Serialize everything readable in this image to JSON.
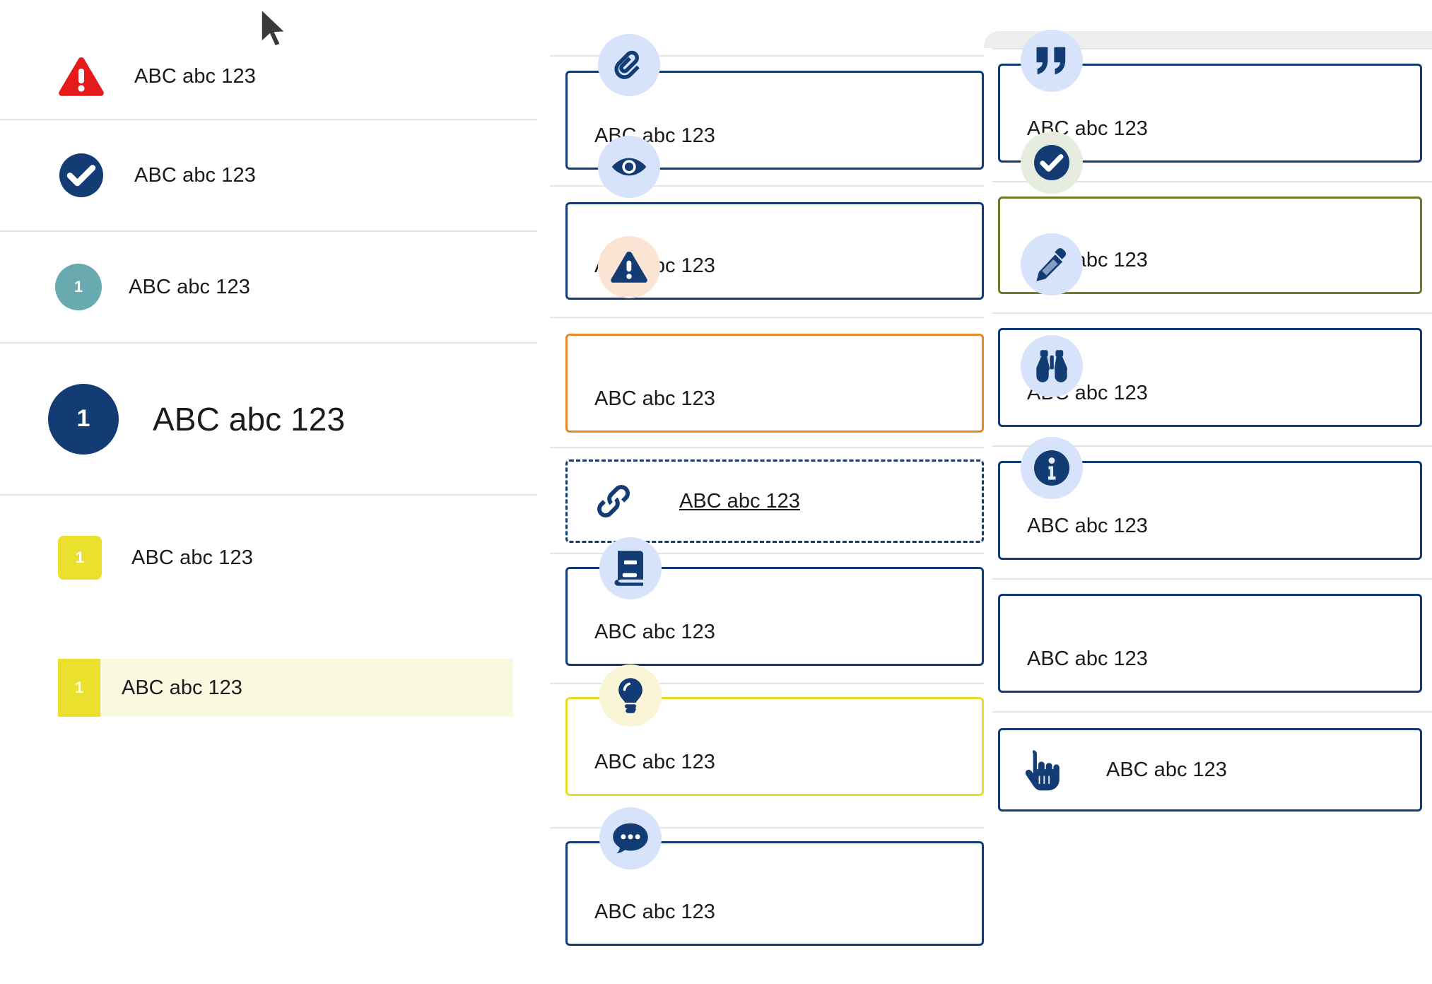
{
  "sample_text": "ABC abc 123",
  "badge_number": "1",
  "colors": {
    "navy": "#123c73",
    "danger_red": "#e51b1b",
    "teal": "#68aab0",
    "yellow": "#ece02f",
    "highlight_bg": "#fbf8e0",
    "warn_orange": "#e8862a",
    "success_green": "#6b7b2a",
    "rule_grey": "#e4e4e4",
    "bubble_blue": "#d7e3fb",
    "bubble_peach": "#fbe4d3",
    "bubble_mint": "#e6edde",
    "bubble_cream": "#fbf5d8"
  },
  "left_column": {
    "rows": [
      {
        "icon": "warning-triangle-icon",
        "label": "ABC abc 123",
        "badge": "",
        "style": "danger-triangle"
      },
      {
        "icon": "check-circle-icon",
        "label": "ABC abc 123",
        "badge": "",
        "style": "navy-circle"
      },
      {
        "icon": "number-circle-icon",
        "label": "ABC abc 123",
        "badge": "1",
        "style": "teal-circle"
      },
      {
        "icon": "number-circle-icon",
        "label": "ABC abc 123",
        "badge": "1",
        "style": "navy-circle-large"
      },
      {
        "icon": "number-square-icon",
        "label": "ABC abc 123",
        "badge": "1",
        "style": "yellow-square"
      }
    ],
    "highlight_row": {
      "badge": "1",
      "label": "ABC abc 123"
    }
  },
  "middle_column": {
    "cards": [
      {
        "icon": "paperclip-icon",
        "label": "ABC abc 123",
        "border": "navy",
        "bubble": "blue"
      },
      {
        "icon": "eye-icon",
        "label": "ABC abc 123",
        "border": "navy",
        "bubble": "blue"
      },
      {
        "icon": "warning-triangle-icon",
        "label": "ABC abc 123",
        "border": "orange",
        "bubble": "peach"
      },
      {
        "icon": "link-icon",
        "label": "ABC abc 123",
        "border": "dashed-navy",
        "bubble": "none",
        "link": true
      },
      {
        "icon": "book-icon",
        "label": "ABC abc 123",
        "border": "navy",
        "bubble": "blue"
      },
      {
        "icon": "lightbulb-icon",
        "label": "ABC abc 123",
        "border": "yellow",
        "bubble": "cream"
      },
      {
        "icon": "chat-bubble-icon",
        "label": "ABC abc 123",
        "border": "navy",
        "bubble": "blue"
      }
    ]
  },
  "right_column": {
    "cards": [
      {
        "icon": "quote-icon",
        "label": "ABC abc 123",
        "border": "navy",
        "bubble": "blue"
      },
      {
        "icon": "check-circle-icon",
        "label": "ABC abc 123",
        "border": "green",
        "bubble": "mint"
      },
      {
        "icon": "pencil-icon",
        "label": "ABC abc 123",
        "border": "navy",
        "bubble": "blue"
      },
      {
        "icon": "binoculars-icon",
        "label": "ABC abc 123",
        "border": "navy",
        "bubble": "blue"
      },
      {
        "icon": "info-circle-icon",
        "label": "ABC abc 123",
        "border": "navy",
        "bubble": "blue"
      },
      {
        "icon": "pointing-hand-icon",
        "label": "ABC abc 123",
        "border": "navy",
        "bubble": "none"
      }
    ]
  }
}
